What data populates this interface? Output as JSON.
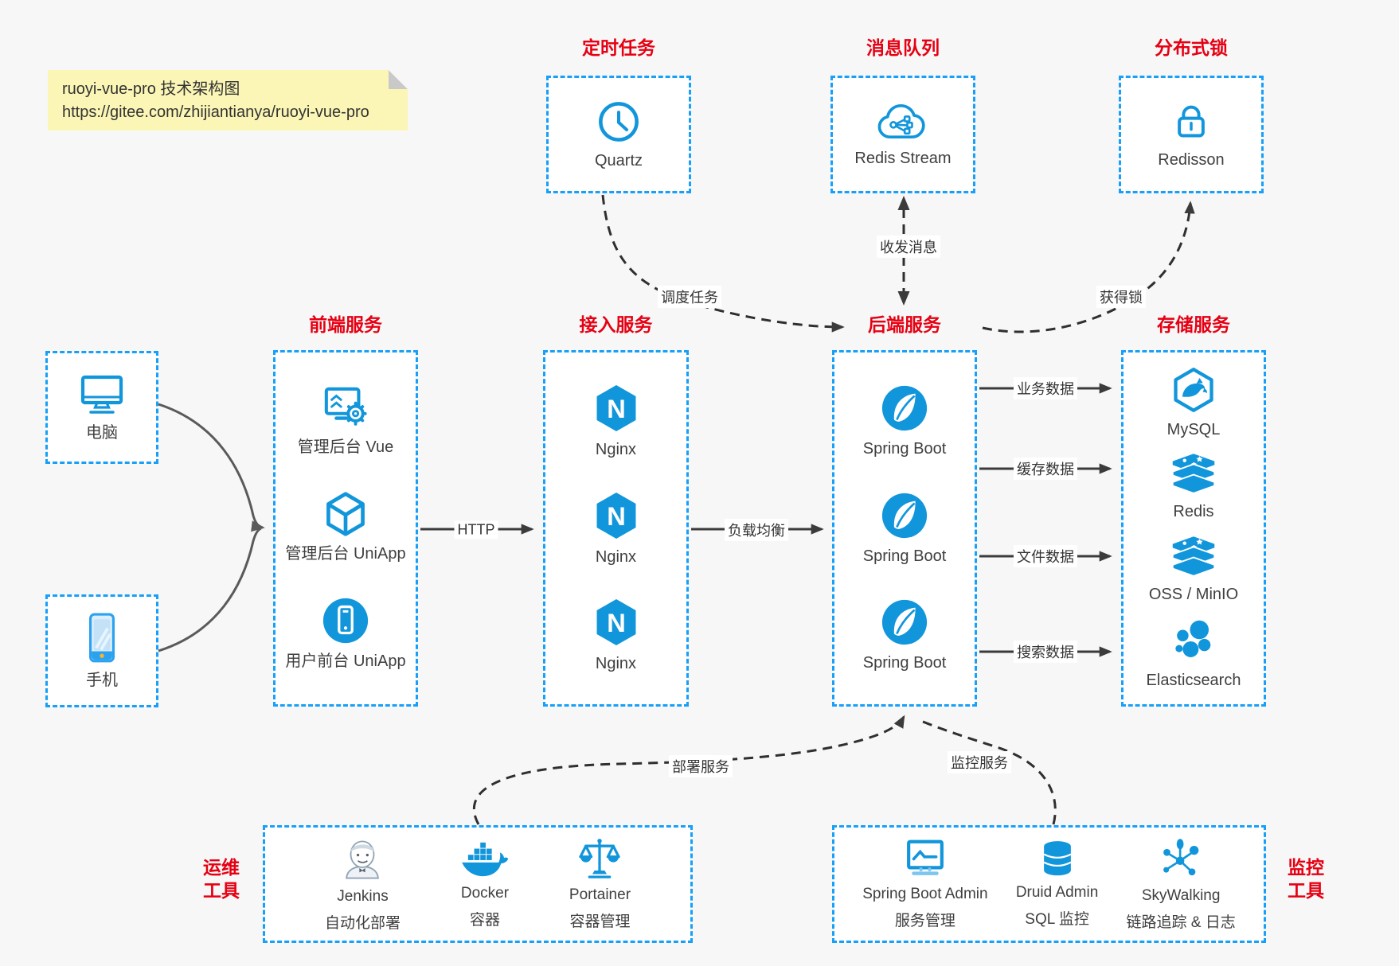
{
  "note": {
    "line1": "ruoyi-vue-pro 技术架构图",
    "line2": "https://gitee.com/zhijiantianya/ruoyi-vue-pro"
  },
  "top": {
    "scheduled": {
      "title": "定时任务",
      "item": "Quartz"
    },
    "queue": {
      "title": "消息队列",
      "item": "Redis Stream"
    },
    "lock": {
      "title": "分布式锁",
      "item": "Redisson"
    }
  },
  "clients": {
    "computer": "电脑",
    "phone": "手机"
  },
  "columns": {
    "frontend": {
      "title": "前端服务",
      "items": [
        "管理后台 Vue",
        "管理后台 UniApp",
        "用户前台 UniApp"
      ]
    },
    "access": {
      "title": "接入服务",
      "items": [
        "Nginx",
        "Nginx",
        "Nginx"
      ]
    },
    "backend": {
      "title": "后端服务",
      "items": [
        "Spring Boot",
        "Spring Boot",
        "Spring Boot"
      ]
    },
    "storage": {
      "title": "存储服务",
      "items": [
        "MySQL",
        "Redis",
        "OSS / MinIO",
        "Elasticsearch"
      ]
    }
  },
  "bottom": {
    "ops": {
      "title_line1": "运维",
      "title_line2": "工具",
      "items": [
        {
          "name": "Jenkins",
          "desc": "自动化部署"
        },
        {
          "name": "Docker",
          "desc": "容器"
        },
        {
          "name": "Portainer",
          "desc": "容器管理"
        }
      ]
    },
    "monitoring": {
      "title_line1": "监控",
      "title_line2": "工具",
      "items": [
        {
          "name": "Spring Boot Admin",
          "desc": "服务管理"
        },
        {
          "name": "Druid Admin",
          "desc": "SQL 监控"
        },
        {
          "name": "SkyWalking",
          "desc": "链路追踪 & 日志"
        }
      ]
    }
  },
  "edges": {
    "http": "HTTP",
    "load_balance": "负载均衡",
    "schedule_task": "调度任务",
    "send_receive_message": "收发消息",
    "acquire_lock": "获得锁",
    "business_data": "业务数据",
    "cache_data": "缓存数据",
    "file_data": "文件数据",
    "search_data": "搜索数据",
    "deploy_service": "部署服务",
    "monitor_service": "监控服务"
  },
  "icons": {
    "nginx_letter": "N"
  },
  "colors": {
    "icon_blue": "#1296db",
    "border_blue": "#18a0f8",
    "label_red": "#e60012",
    "arrow_dark": "#3b3b3b",
    "arrow_gray": "#5a5a5a",
    "note_bg": "#fbf6b5",
    "background": "#f7f7f8"
  }
}
